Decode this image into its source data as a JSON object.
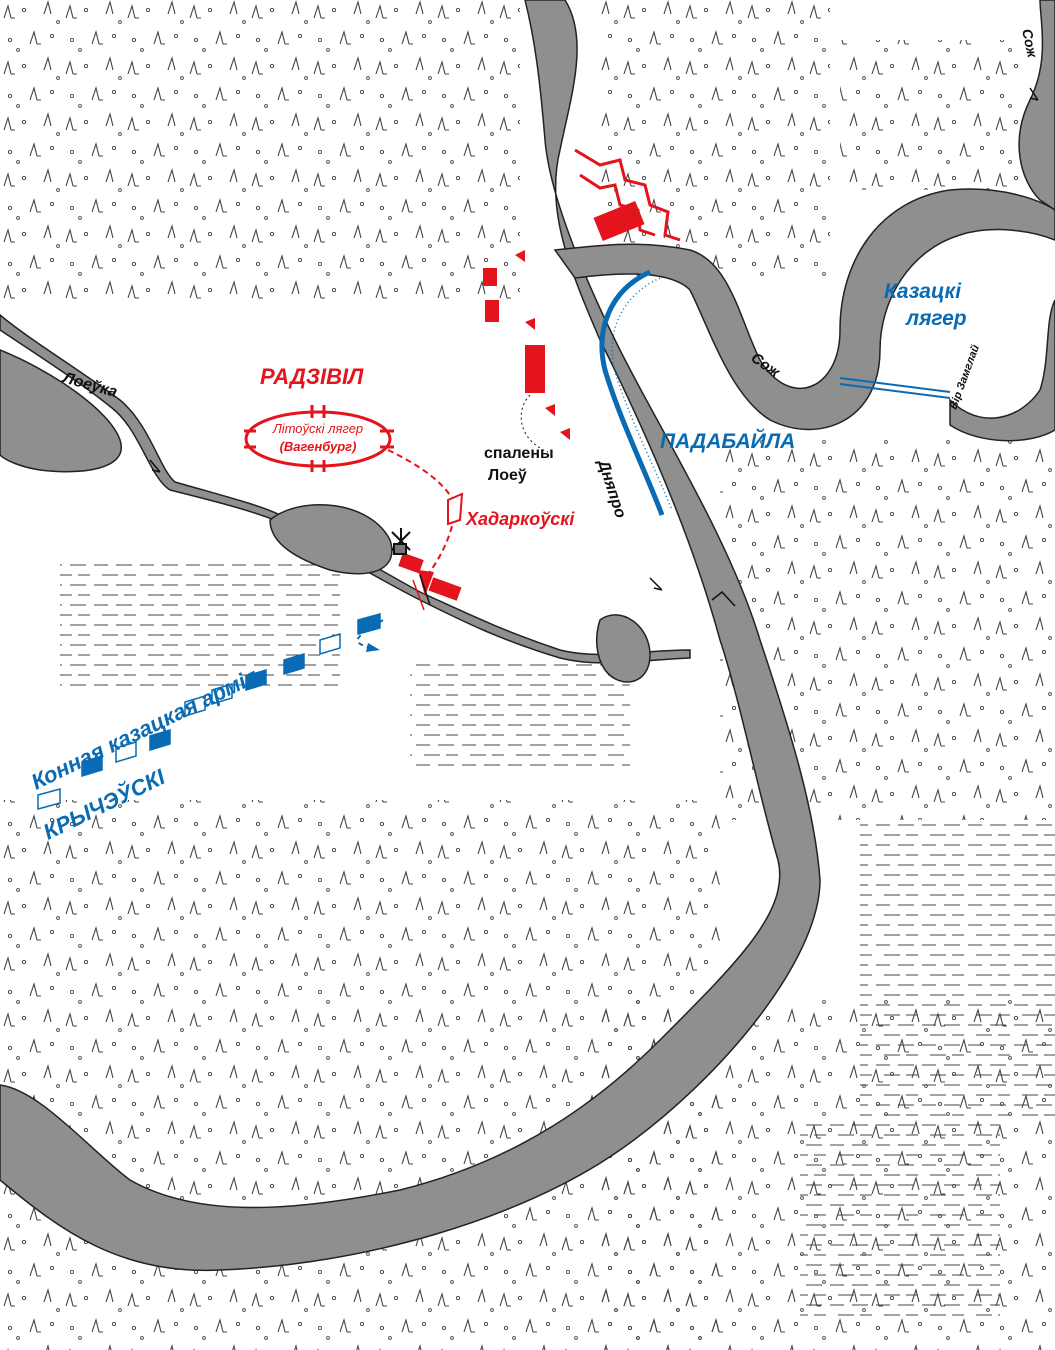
{
  "colors": {
    "water": "#8f8f90",
    "water_edge": "#222222",
    "lithuanian": "#e3141b",
    "cossack": "#0a6bb5",
    "terrain": "#444444"
  },
  "labels": {
    "radzivil": "РАДЗІВІЛ",
    "lit_camp_line1": "Літоўскі лягер",
    "lit_camp_line2": "(Вагенбург)",
    "khadarkouski": "Хадаркоўскі",
    "burned_line1": "спалены",
    "burned_line2": "Лоеў",
    "padabaila": "ПАДАБАЙЛА",
    "kazatski_line1": "Казацкі",
    "kazatski_line2": "лягер",
    "cavalry_army": "Конная казацкая армія",
    "krychauski": "КРЫЧЭЎСКІ"
  },
  "rivers": {
    "loyeuka": "Лоеўка",
    "dnipro": "Дняпро",
    "sozh_main": "Сож",
    "sozh_top": "Сож",
    "vir_zamglai": "Вір Замглай"
  },
  "icons": {
    "windmill": "windmill-icon",
    "fortress": "bastion-fortress-icon",
    "unit": "unit-flag-icon"
  }
}
